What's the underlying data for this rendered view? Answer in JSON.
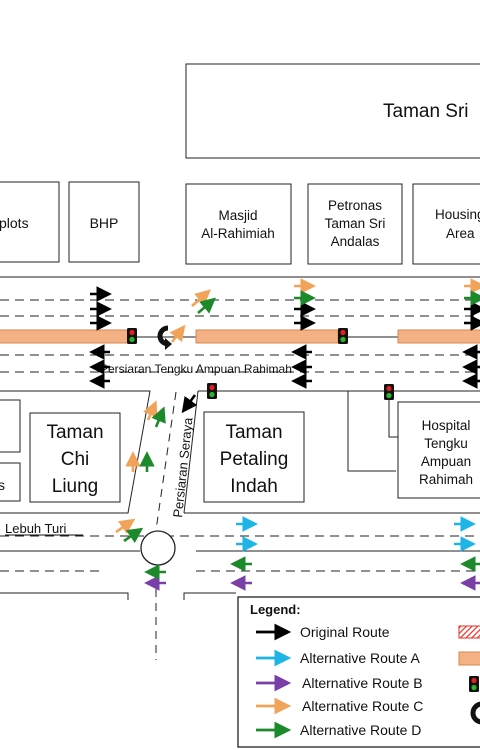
{
  "buildings": {
    "taman_sri": "Taman Sri",
    "plots": "plots",
    "bhp": "BHP",
    "masjid": [
      "Masjid",
      "Al-Rahimiah"
    ],
    "petronas": [
      "Petronas",
      "Taman Sri",
      "Andalas"
    ],
    "housing": [
      "Housing",
      "Area"
    ],
    "taman_chi_liung": [
      "Taman",
      "Chi",
      "Liung"
    ],
    "taman_petaling_indah": [
      "Taman",
      "Petaling",
      "Indah"
    ],
    "hospital": [
      "Hospital",
      "Tengku",
      "Ampuan",
      "Rahimah"
    ]
  },
  "roads": {
    "main": "Persiaran Tengku Ampuan Rahimah",
    "seraya": "Persiaran Seraya",
    "lebuh_turi": "Lebuh Turi"
  },
  "legend": {
    "title": "Legend:",
    "items": [
      {
        "label": "Original Route",
        "color": "#000000"
      },
      {
        "label": "Alternative Route A",
        "color": "#1fb4e6"
      },
      {
        "label": "Alternative Route B",
        "color": "#7a3fa6"
      },
      {
        "label": "Alternative Route C",
        "color": "#f2a35a"
      },
      {
        "label": "Alternative Route D",
        "color": "#1c8a2a"
      }
    ]
  },
  "colors": {
    "median": "#f4b183",
    "median_stroke": "#d9874e",
    "signal_red": "#e02020",
    "signal_green": "#2cb52c",
    "hatch": "#e8302a"
  },
  "icons": {
    "signal": "traffic-signal-icon",
    "uturn": "u-turn-icon",
    "roundabout": "roundabout-icon"
  }
}
